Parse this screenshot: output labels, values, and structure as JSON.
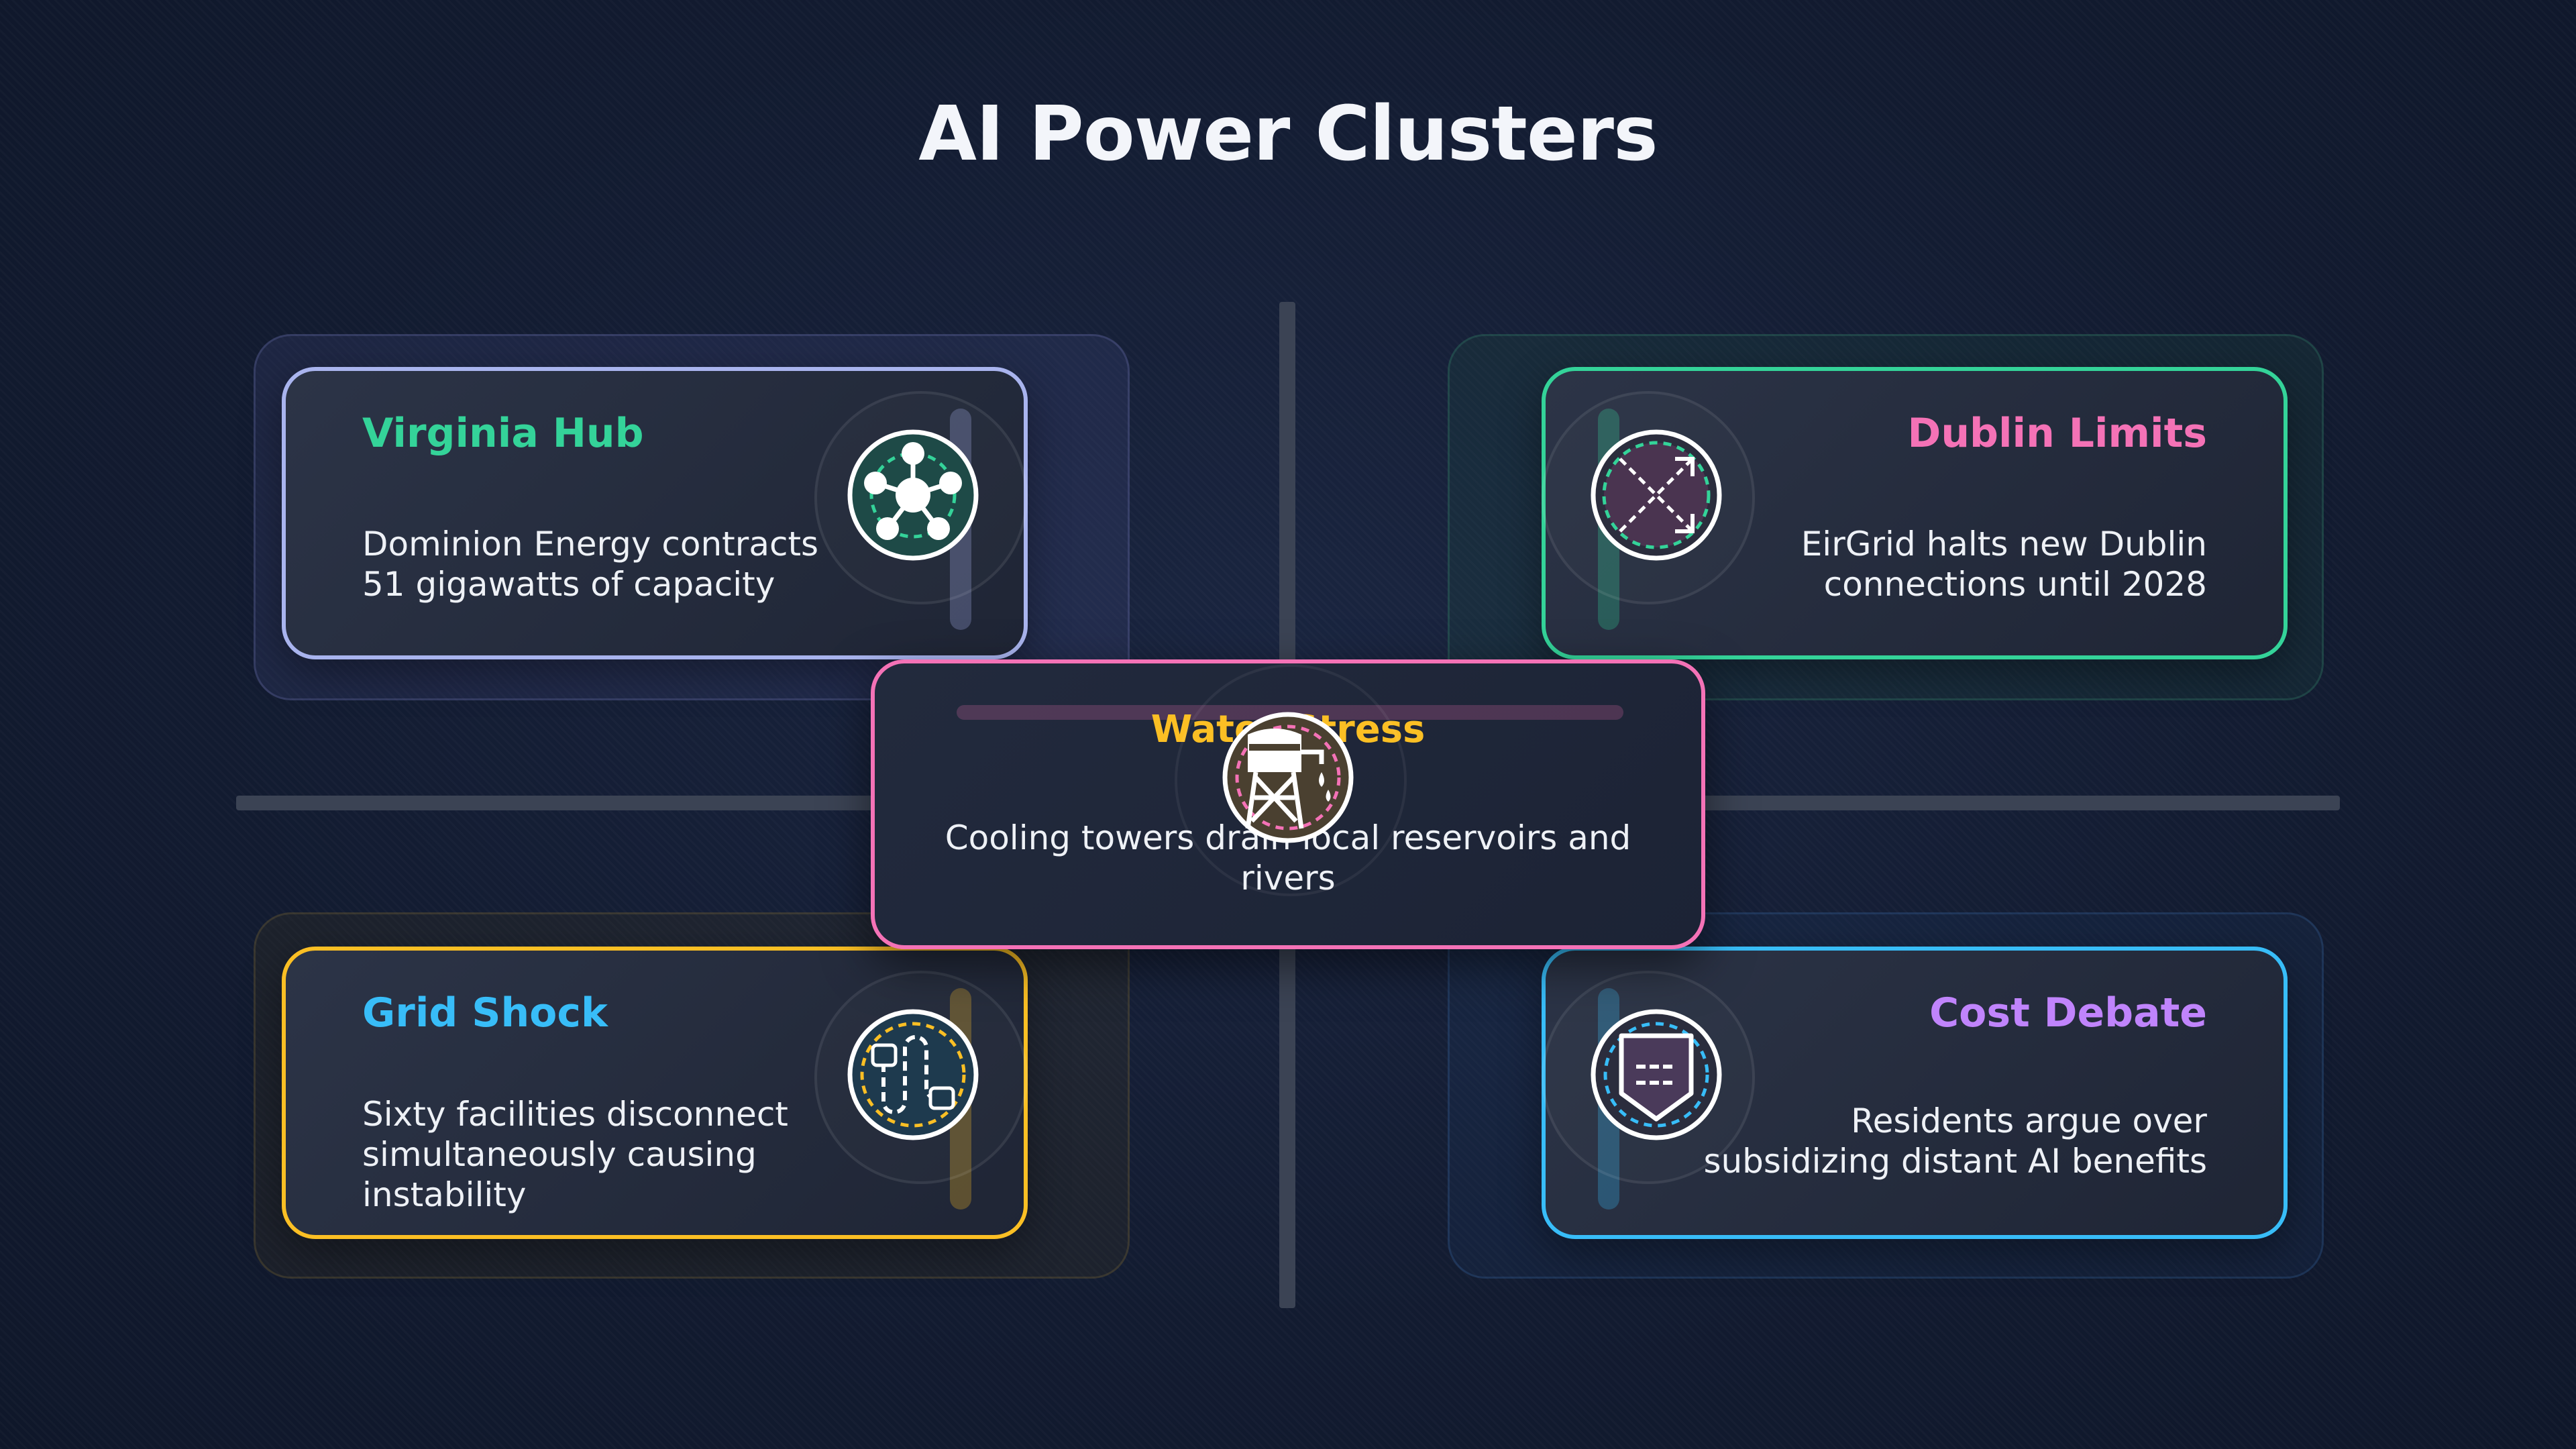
{
  "title": "AI Power Clusters",
  "cards": {
    "virginia": {
      "heading": "Virginia Hub",
      "body": "Dominion Energy contracts 51 gigawatts of capacity",
      "accent": "#34d399",
      "border": "#a9b4ee",
      "icon": "network-hub-icon"
    },
    "dublin": {
      "heading": "Dublin Limits",
      "body": "EirGrid halts new Dublin connections until 2028",
      "accent": "#f472b6",
      "border": "#34d399",
      "icon": "blocked-arrow-icon"
    },
    "water": {
      "heading": "Water Stress",
      "body": "Cooling towers drain local reservoirs and rivers",
      "accent": "#fbbf24",
      "border": "#f472b6",
      "icon": "water-tower-icon"
    },
    "grid": {
      "heading": "Grid Shock",
      "body": "Sixty facilities disconnect simultaneously causing instability",
      "accent": "#38bdf8",
      "border": "#fbbf24",
      "icon": "circuit-path-icon"
    },
    "cost": {
      "heading": "Cost Debate",
      "body": "Residents argue over subsidizing distant AI benefits",
      "accent": "#c084fc",
      "border": "#38bdf8",
      "icon": "shield-banner-icon"
    }
  }
}
